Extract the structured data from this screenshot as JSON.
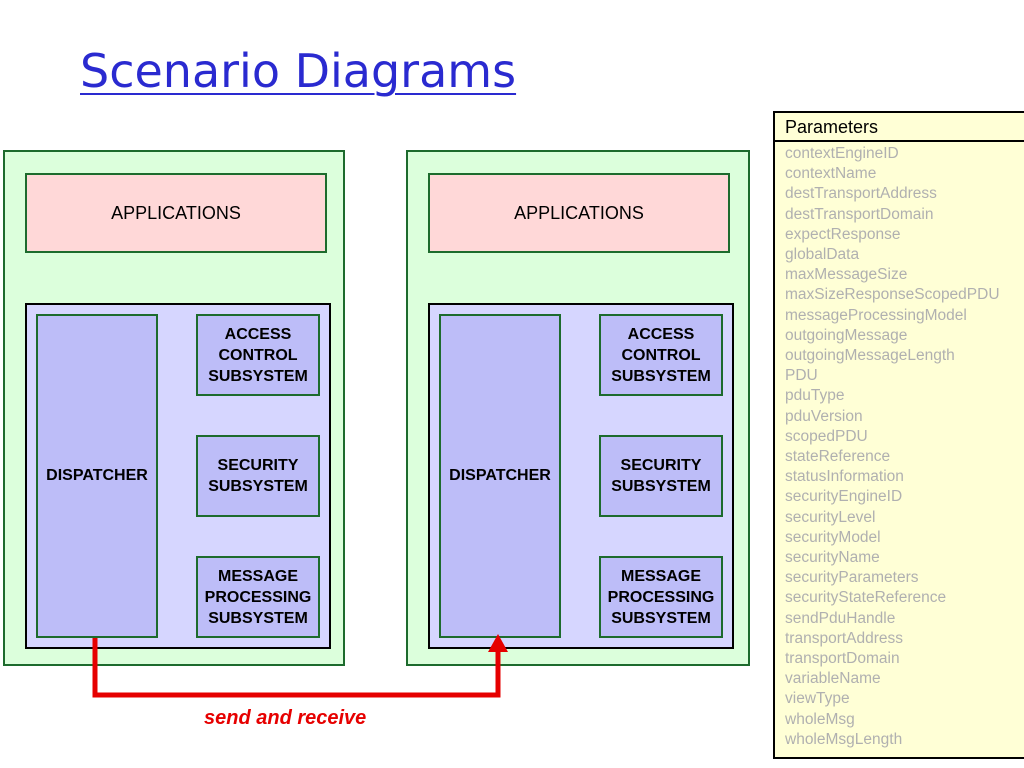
{
  "title": "Scenario Diagrams",
  "engines": [
    {
      "applications": "APPLICATIONS",
      "dispatcher": "DISPATCHER",
      "subsystems": [
        "ACCESS\nCONTROL\nSUBSYSTEM",
        "SECURITY\nSUBSYSTEM",
        "MESSAGE\nPROCESSING\nSUBSYSTEM"
      ]
    },
    {
      "applications": "APPLICATIONS",
      "dispatcher": "DISPATCHER",
      "subsystems": [
        "ACCESS\nCONTROL\nSUBSYSTEM",
        "SECURITY\nSUBSYSTEM",
        "MESSAGE\nPROCESSING\nSUBSYSTEM"
      ]
    }
  ],
  "arrow_label": "send and receive",
  "parameters": {
    "header": "Parameters",
    "items": [
      "contextEngineID",
      "contextName",
      "destTransportAddress",
      "destTransportDomain",
      "expectResponse",
      "globalData",
      "maxMessageSize",
      "maxSizeResponseScopedPDU",
      "messageProcessingModel",
      "outgoingMessage",
      "outgoingMessageLength",
      "PDU",
      "pduType",
      "pduVersion",
      "scopedPDU",
      "stateReference",
      "statusInformation",
      "securityEngineID",
      "securityLevel",
      "securityModel",
      "securityName",
      "securityParameters",
      "securityStateReference",
      "sendPduHandle",
      "transportAddress",
      "transportDomain",
      "variableName",
      "viewType",
      "wholeMsg",
      "wholeMsgLength"
    ]
  },
  "colors": {
    "title": "#2a2ad0",
    "outer_fill": "#dcffdc",
    "applications_fill": "#ffd8d8",
    "engine_fill": "#d6d6ff",
    "subsystem_fill": "#bdbdf8",
    "arrow": "#e60000",
    "params_fill": "#ffffd6",
    "param_text": "#b0b0b0"
  }
}
